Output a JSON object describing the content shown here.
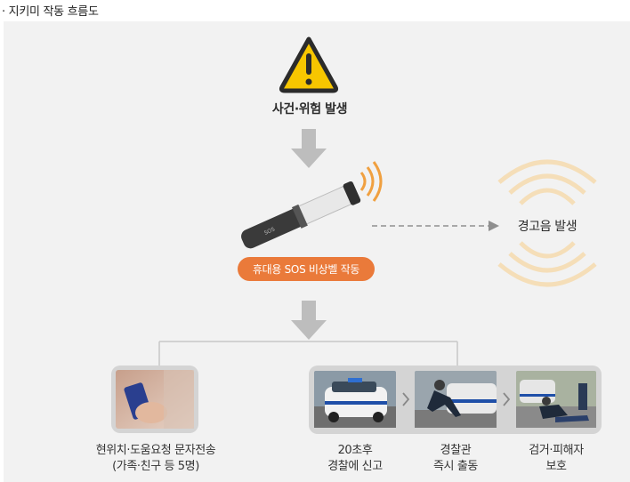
{
  "caption": "· 지키미 작동 흐름도",
  "steps": {
    "incident": "사건·위험 발생",
    "device": "휴대용 SOS 비상벨 작동",
    "alarm": "경고음 발생"
  },
  "bottom": {
    "text_message": {
      "line1": "현위치·도움요청 문자전송",
      "line2": "(가족·친구 등 5명)"
    },
    "report": {
      "line1": "20초후",
      "line2": "경찰에 신고"
    },
    "dispatch": {
      "line1": "경찰관",
      "line2": "즉시 출동"
    },
    "arrest": {
      "line1": "검거·피해자",
      "line2": "보호"
    }
  },
  "colors": {
    "accent": "#ea7a3a",
    "warning": "#f7c600",
    "panel": "#f2f2f2",
    "arrow": "#bdbdbd"
  },
  "icons": [
    "warning-triangle-icon",
    "sos-bell-device-icon",
    "sound-wave-icon",
    "chevron-right-icon"
  ]
}
